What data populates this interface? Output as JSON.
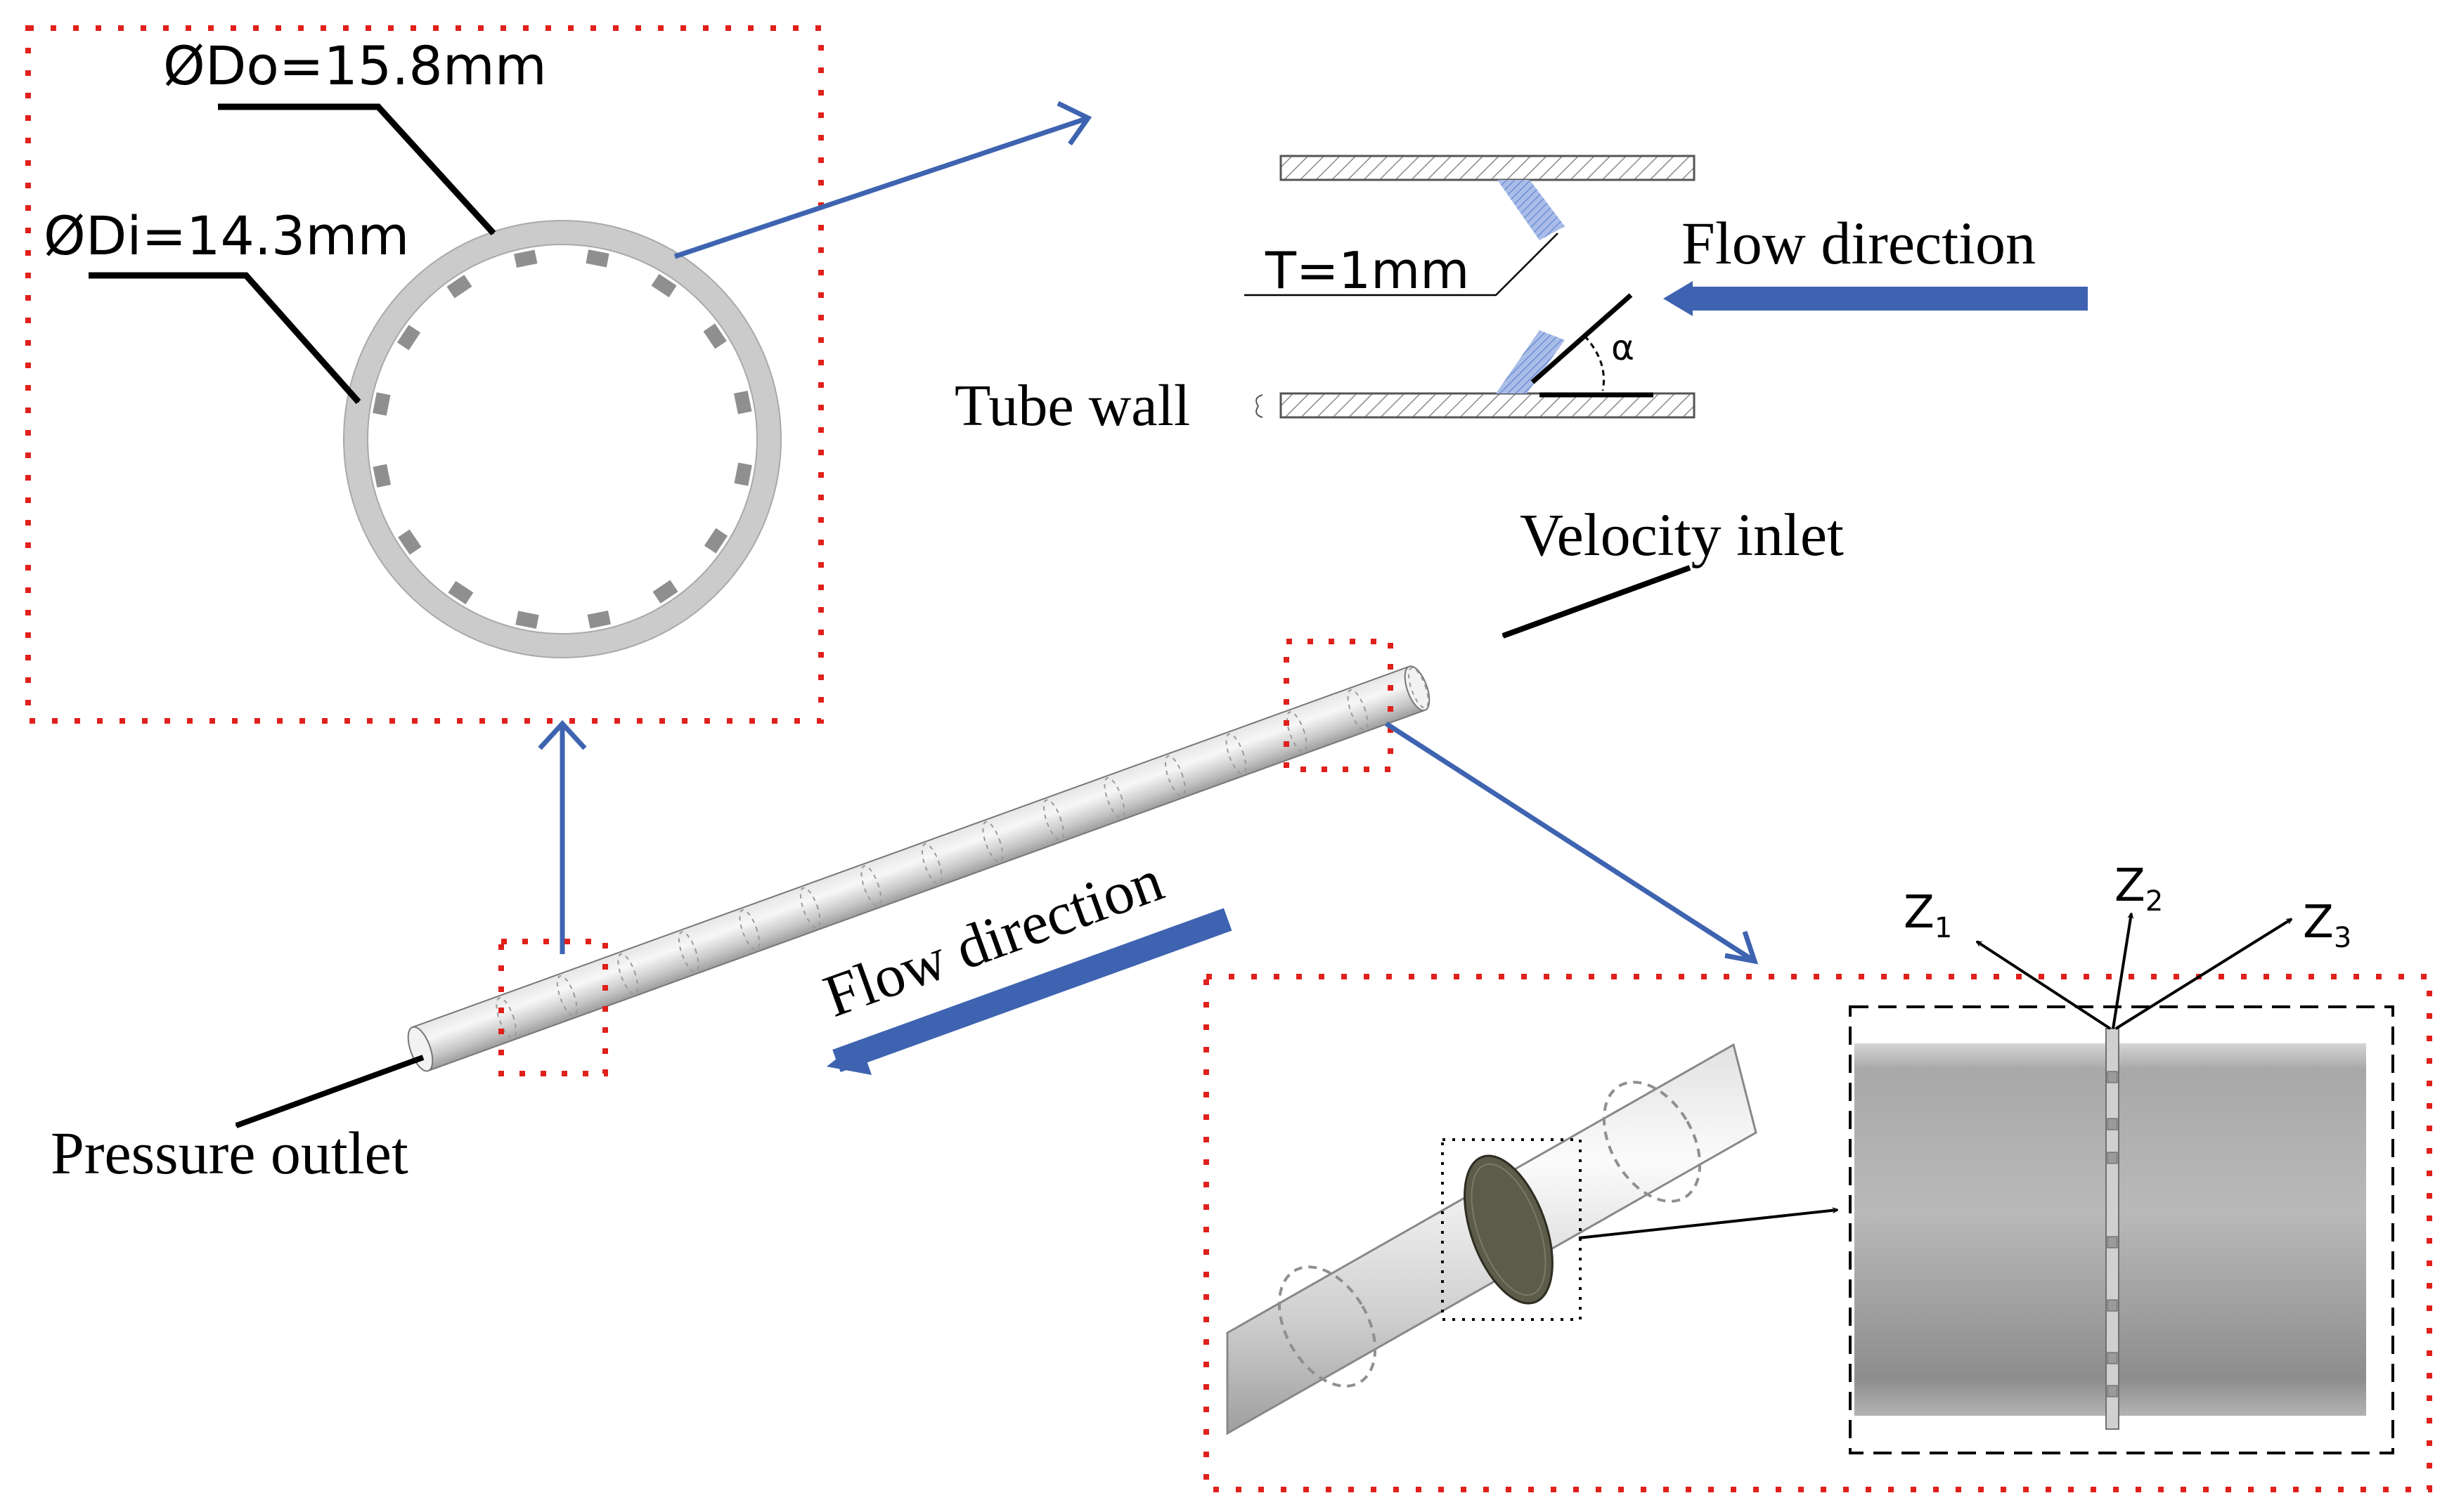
{
  "labels": {
    "outer_diameter": "ØDo=15.8mm",
    "inner_diameter": "ØDi=14.3mm",
    "thickness": "T=1mm",
    "flow_direction_top": "Flow direction",
    "alpha": "α",
    "tube_wall": "Tube wall",
    "velocity_inlet": "Velocity inlet",
    "flow_direction_main": "Flow direction",
    "pressure_outlet": "Pressure outlet",
    "z1_base": "Z",
    "z1_sub": "1",
    "z2_base": "Z",
    "z2_sub": "2",
    "z3_base": "Z",
    "z3_sub": "3"
  },
  "colors": {
    "blue_arrow": "#3e63b0",
    "red_dots": "#e0201b",
    "tube_gray": "#c9c9c9",
    "insert_blue": "#8aa6dc",
    "ellipse_face": "#5d5c4a"
  }
}
